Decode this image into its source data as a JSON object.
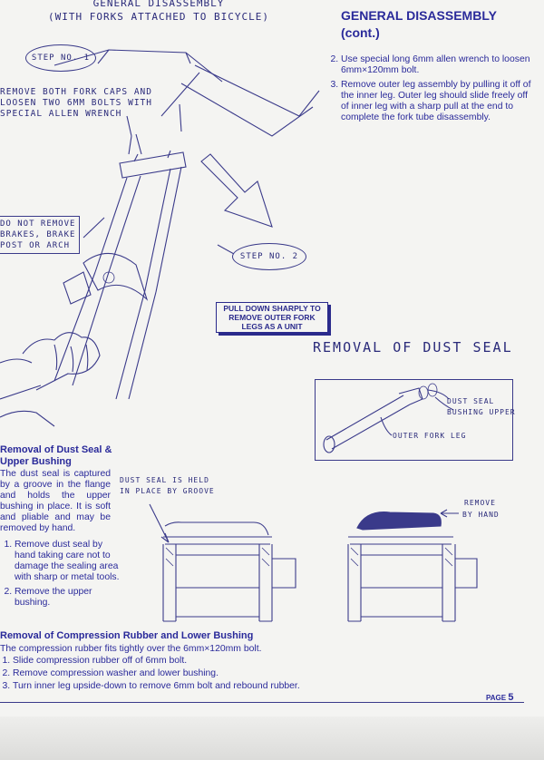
{
  "header": {
    "line1": "GENERAL DISASSEMBLY",
    "line2": "(WITH FORKS ATTACHED TO BICYCLE)"
  },
  "title": {
    "line1": "GENERAL DISASSEMBLY",
    "line2": "(cont.)"
  },
  "general_steps": [
    {
      "number": "2.",
      "text": "Use special long 6mm allen wrench to loosen 6mm×120mm bolt."
    },
    {
      "number": "3.",
      "text": "Remove outer leg assembly by pulling it off of the inner leg. Outer leg should slide freely off of inner leg with a sharp pull at the end to complete the fork tube disassembly."
    }
  ],
  "figure1": {
    "step1_label": "STEP NO. 1",
    "step2_label": "STEP NO. 2",
    "caption_remove": [
      "REMOVE BOTH FORK CAPS AND",
      "LOOSEN TWO 6MM BOLTS WITH",
      "SPECIAL ALLEN WRENCH"
    ],
    "caption_donot": [
      "DO NOT REMOVE",
      "BRAKES, BRAKE",
      "POST OR ARCH"
    ],
    "pull_note": [
      "PULL DOWN SHARPLY TO",
      "REMOVE OUTER FORK",
      "LEGS AS A UNIT"
    ]
  },
  "dust_seal_figure": {
    "title": "REMOVAL OF DUST SEAL",
    "label_seal": [
      "DUST SEAL",
      "BUSHING UPPER"
    ],
    "label_leg": "OUTER FORK LEG",
    "held_note": [
      "DUST SEAL IS HELD",
      "IN PLACE BY GROOVE"
    ],
    "remove_note": [
      "REMOVE",
      "BY HAND"
    ]
  },
  "dust_seal_section": {
    "heading": [
      "Removal of Dust Seal &",
      "Upper Bushing"
    ],
    "intro": "The dust seal is captured by a groove in the flange and holds the upper bushing in place. It is soft and pliable and may be removed by hand.",
    "steps": [
      {
        "number": "1.",
        "text": "Remove dust seal by hand taking care not to damage the sealing area with sharp or metal tools."
      },
      {
        "number": "2.",
        "text": "Remove the upper bushing."
      }
    ]
  },
  "compression_section": {
    "heading": "Removal of Compression Rubber and Lower Bushing",
    "intro": "The compression rubber fits tightly over the 6mm×120mm bolt.",
    "steps": [
      {
        "number": "1.",
        "text": "Slide compression rubber off of 6mm bolt."
      },
      {
        "number": "2.",
        "text": "Remove compression washer and lower bushing."
      },
      {
        "number": "3.",
        "text": "Turn inner leg upside-down to remove 6mm bolt and rebound rubber."
      }
    ]
  },
  "footer": {
    "page_label": "PAGE",
    "page_number": "5"
  },
  "colors": {
    "ink": "#2a2a9a",
    "paper": "#f4f4f2"
  }
}
